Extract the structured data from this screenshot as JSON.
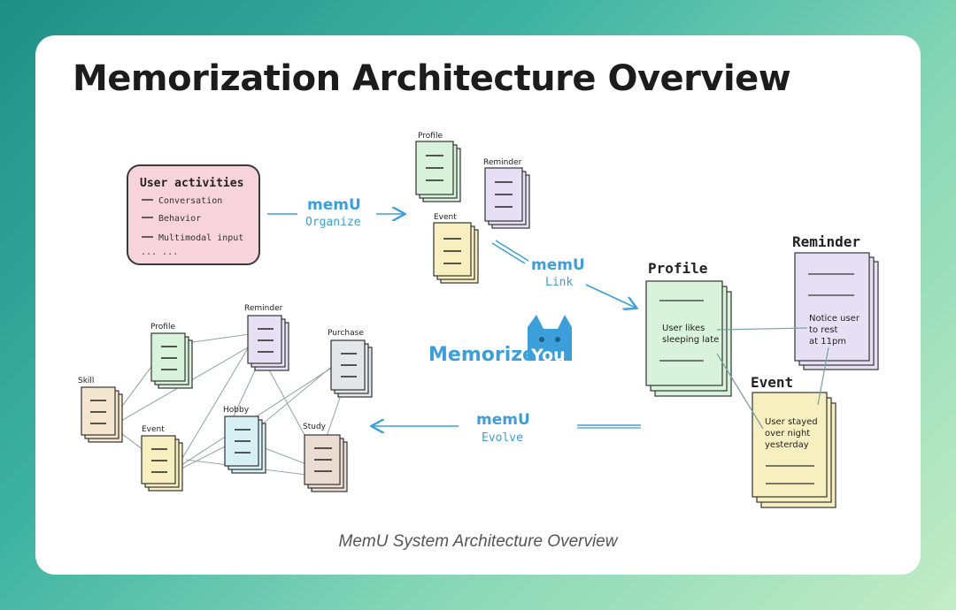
{
  "title": "Memorization Architecture Overview",
  "caption": "MemU System Architecture Overview",
  "colors": {
    "profile": "#d8f2dc",
    "reminder": "#e6e0f5",
    "event": "#f7efc0",
    "activities": "#f7d4db",
    "accent_blue": "#3d9fd9",
    "skill": "#f5e6cf",
    "hobby": "#d6f0f3",
    "purchase": "#e3e7ea",
    "study": "#eadcd2"
  },
  "activities": {
    "heading": "User activities",
    "items": [
      "Conversation",
      "Behavior",
      "Multimodal input"
    ],
    "more": "... ..."
  },
  "memu": {
    "brand": "memU",
    "organize": "Organize",
    "link": "Link",
    "evolve": "Evolve"
  },
  "organized": {
    "profile": "Profile",
    "reminder": "Reminder",
    "event": "Event"
  },
  "linked": {
    "profile": "Profile",
    "profile_note_1": "User likes",
    "profile_note_2": "sleeping late",
    "reminder": "Reminder",
    "reminder_note_1": "Notice user",
    "reminder_note_2": "to rest",
    "reminder_note_3": "at 11pm",
    "event": "Event",
    "event_note_1": "User stayed",
    "event_note_2": "over night",
    "event_note_3": "yesterday"
  },
  "center_logo": {
    "word1": "Memorize",
    "word2": "You",
    "icon": "cat-icon"
  },
  "evolved": {
    "skill": "Skill",
    "profile": "Profile",
    "reminder": "Reminder",
    "purchase": "Purchase",
    "event": "Event",
    "hobby": "Hobby",
    "study": "Study"
  }
}
